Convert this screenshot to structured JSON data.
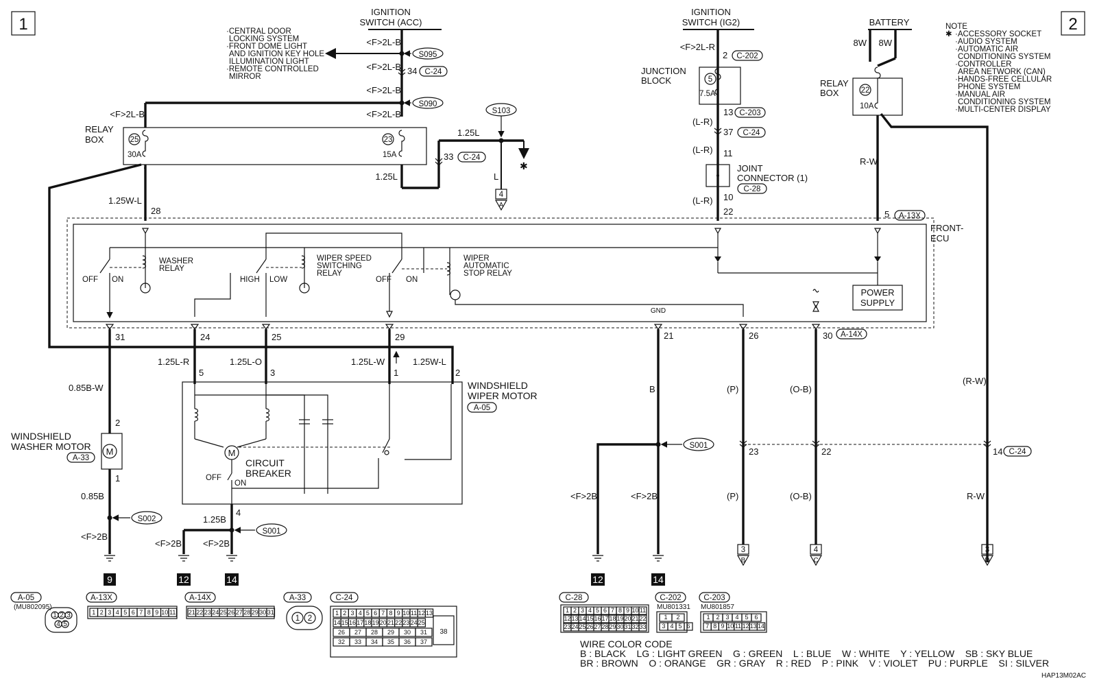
{
  "page_badges": {
    "left": "1",
    "right": "2"
  },
  "sources": {
    "ign_acc": [
      "IGNITION",
      "SWITCH (ACC)"
    ],
    "ign_ig2": [
      "IGNITION",
      "SWITCH (IG2)"
    ],
    "battery": "BATTERY"
  },
  "note": {
    "title": "NOTE",
    "star": "✱",
    "lines": [
      "·ACCESSORY SOCKET",
      "·AUDIO SYSTEM",
      "·AUTOMATIC AIR",
      "CONDITIONING SYSTEM",
      "·CONTROLLER",
      "AREA NETWORK (CAN)",
      "·HANDS-FREE CELLULAR",
      "PHONE SYSTEM",
      "·MANUAL AIR",
      "CONDITIONING SYSTEM",
      "·MULTI-CENTER DISPLAY"
    ]
  },
  "to_systems": [
    "·CENTRAL DOOR",
    "LOCKING SYSTEM",
    "·FRONT DOME LIGHT",
    "AND IGNITION KEY HOLE",
    "ILLUMINATION LIGHT",
    "·REMOTE CONTROLLED",
    "MIRROR"
  ],
  "wires": {
    "f2lb": "<F>2L-B",
    "f2lr": "<F>2L-R",
    "f2b": "<F>2B",
    "w125l": "1.25L",
    "w125wl": "1.25W-L",
    "w125lr": "1.25L-R",
    "w125lo": "1.25L-O",
    "w125lw": "1.25L-W",
    "w085bw": "0.85B-W",
    "w085b": "0.85B",
    "w125b": "1.25B",
    "L": "L",
    "LR": "(L-R)",
    "RW": "R-W",
    "RWp": "(R-W)",
    "B": "B",
    "Pp": "(P)",
    "OBp": "(O-B)",
    "w8w": "8W"
  },
  "splices": {
    "s095": "S095",
    "s090": "S090",
    "s103": "S103",
    "s001": "S001",
    "s002": "S002"
  },
  "connectors": {
    "c24": "C-24",
    "c202": "C-202",
    "c203": "C-203",
    "c28": "C-28",
    "a13x": "A-13X",
    "a14x": "A-14X",
    "a05": "A-05",
    "a33": "A-33"
  },
  "pins": {
    "p34": "34",
    "p33": "33",
    "p2": "2",
    "p13": "13",
    "p37": "37",
    "p11": "11",
    "p10": "10",
    "p22": "22",
    "p28": "28",
    "p5": "5",
    "p31": "31",
    "p24": "24",
    "p25": "25",
    "p29": "29",
    "p21": "21",
    "p26": "26",
    "p30": "30",
    "m5": "5",
    "m3": "3",
    "m1": "1",
    "m2": "2",
    "m4": "4",
    "w2": "2",
    "w1": "1",
    "p23": "23",
    "p22b": "22",
    "p14": "14"
  },
  "relay_box": {
    "label": [
      "RELAY",
      "BOX"
    ],
    "fuse25": "25",
    "amp30": "30A",
    "fuse23": "23",
    "amp15": "15A",
    "fuse22": "22",
    "amp10": "10A"
  },
  "junction_block": {
    "label": [
      "JUNCTION",
      "BLOCK"
    ],
    "fuse": "5",
    "amp": "7.5A"
  },
  "joint_connector": {
    "label": [
      "JOINT",
      "CONNECTOR (1)"
    ]
  },
  "front_ecu": {
    "label": [
      "FRONT-",
      "ECU"
    ],
    "washer_relay": [
      "WASHER",
      "RELAY"
    ],
    "speed_relay": [
      "WIPER SPEED",
      "SWITCHING",
      "RELAY"
    ],
    "stop_relay": [
      "WIPER",
      "AUTOMATIC",
      "STOP RELAY"
    ],
    "off": "OFF",
    "on": "ON",
    "high": "HIGH",
    "low": "LOW",
    "gnd": "GND",
    "power_supply": [
      "POWER",
      "SUPPLY"
    ]
  },
  "wiper_motor": {
    "label": [
      "WINDSHIELD",
      "WIPER MOTOR"
    ],
    "breaker": [
      "CIRCUIT",
      "BREAKER"
    ],
    "off": "OFF",
    "on": "ON"
  },
  "washer_motor": {
    "label": [
      "WINDSHIELD",
      "WASHER MOTOR"
    ]
  },
  "refs": {
    "r4": "4",
    "rA": "A",
    "r3": "3",
    "rB": "B",
    "r4b": "4",
    "rC": "C",
    "r3b": "3",
    "rD": "D"
  },
  "grounds": {
    "g9": "9",
    "g12a": "12",
    "g14a": "14",
    "g12b": "12",
    "g14b": "14"
  },
  "part_numbers": {
    "a05": "(MU802095)",
    "c202": "MU801331",
    "c203": "MU801857"
  },
  "conn_pins": {
    "a05": [
      "1",
      "2",
      "3",
      "4",
      "5"
    ],
    "a13x": [
      "1",
      "2",
      "3",
      "4",
      "5",
      "6",
      "7",
      "8",
      "9",
      "10",
      "11"
    ],
    "a14x": [
      "21",
      "22",
      "23",
      "24",
      "25",
      "26",
      "27",
      "28",
      "29",
      "30",
      "31"
    ],
    "a33": [
      "1",
      "2"
    ],
    "c24_r1": [
      "1",
      "2",
      "3",
      "4",
      "5",
      "6",
      "7",
      "8",
      "9",
      "10",
      "11",
      "12",
      "13"
    ],
    "c24_r2": [
      "14",
      "15",
      "16",
      "17",
      "18",
      "19",
      "20",
      "21",
      "22",
      "23",
      "24",
      "25"
    ],
    "c24_r3": [
      "26",
      "27",
      "28",
      "29",
      "30",
      "31"
    ],
    "c24_r4": [
      "32",
      "33",
      "34",
      "35",
      "36",
      "37"
    ],
    "c24_big": "38",
    "c28_r1": [
      "1",
      "2",
      "3",
      "4",
      "5",
      "6",
      "7",
      "8",
      "9",
      "10",
      "11"
    ],
    "c28_r2": [
      "12",
      "13",
      "14",
      "15",
      "16",
      "17",
      "18",
      "19",
      "20",
      "21",
      "22"
    ],
    "c28_r3": [
      "23",
      "24",
      "25",
      "26",
      "27",
      "28",
      "29",
      "30",
      "31",
      "32",
      "33"
    ],
    "c202": [
      "1",
      "2",
      "3",
      "4",
      "5",
      "6"
    ],
    "c203_r1": [
      "1",
      "2",
      "3",
      "4",
      "5",
      "6"
    ],
    "c203_r2": [
      "7",
      "8",
      "9",
      "10",
      "11",
      "12",
      "13",
      "14"
    ]
  },
  "color_code": {
    "title": "WIRE COLOR CODE",
    "row1": "B : BLACK    LG : LIGHT GREEN    G : GREEN    L : BLUE    W : WHITE    Y : YELLOW    SB : SKY BLUE",
    "row2": "BR : BROWN    O : ORANGE    GR : GRAY    R : RED    P : PINK    V : VIOLET    PU : PURPLE    SI : SILVER"
  },
  "figure_code": "HAP13M02AC"
}
